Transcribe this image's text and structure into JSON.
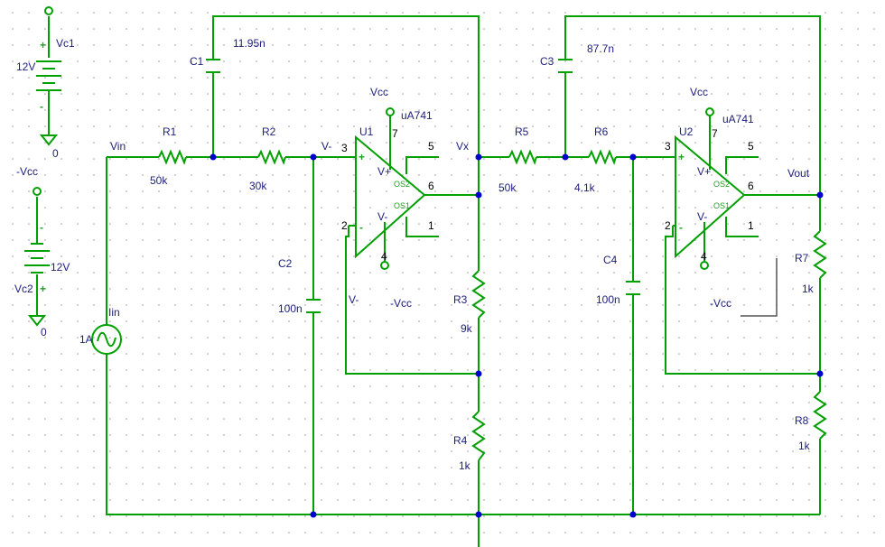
{
  "sources": {
    "vc1": {
      "name": "Vc1",
      "value": "12V",
      "plus": "+",
      "minus": "-",
      "gnd": "0"
    },
    "vc2": {
      "name": "Vc2",
      "value": "12V",
      "plus": "+",
      "minus": "-",
      "gnd": "0",
      "net": "-Vcc"
    },
    "iin": {
      "name": "Iin",
      "value": "1A"
    }
  },
  "nets": {
    "vin": "Vin",
    "vminus_in": "V-",
    "vx": "Vx",
    "vout": "Vout",
    "vminus_fb": "V-"
  },
  "resistors": {
    "r1": {
      "name": "R1",
      "value": "50k"
    },
    "r2": {
      "name": "R2",
      "value": "30k"
    },
    "r3": {
      "name": "R3",
      "value": "9k"
    },
    "r4": {
      "name": "R4",
      "value": "1k"
    },
    "r5": {
      "name": "R5",
      "value": "50k"
    },
    "r6": {
      "name": "R6",
      "value": "4.1k"
    },
    "r7": {
      "name": "R7",
      "value": "1k"
    },
    "r8": {
      "name": "R8",
      "value": "1k"
    }
  },
  "capacitors": {
    "c1": {
      "name": "C1",
      "value": "11.95n"
    },
    "c2": {
      "name": "C2",
      "value": "100n"
    },
    "c3": {
      "name": "C3",
      "value": "87.7n"
    },
    "c4": {
      "name": "C4",
      "value": "100n"
    }
  },
  "opamps": {
    "u1": {
      "name": "U1",
      "model": "uA741",
      "vcc": "Vcc",
      "vee": "-Vcc",
      "pin3": "3",
      "pin2": "2",
      "pin7": "7",
      "pin4": "4",
      "pin5": "5",
      "pin6": "6",
      "pin1": "1",
      "vplus": "V+",
      "vminus": "V-",
      "plus": "+",
      "minus": "-",
      "os2": "OS2",
      "os1": "OS1"
    },
    "u2": {
      "name": "U2",
      "model": "uA741",
      "vcc": "Vcc",
      "vee": "-Vcc",
      "pin3": "3",
      "pin2": "2",
      "pin7": "7",
      "pin4": "4",
      "pin5": "5",
      "pin6": "6",
      "pin1": "1",
      "vplus": "V+",
      "vminus": "V-",
      "plus": "+",
      "minus": "-",
      "os2": "OS2",
      "os1": "OS1"
    }
  },
  "colors": {
    "wire": "#00a000",
    "label": "#202080",
    "node": "#0000cc",
    "grid": "#9a9a9a"
  }
}
